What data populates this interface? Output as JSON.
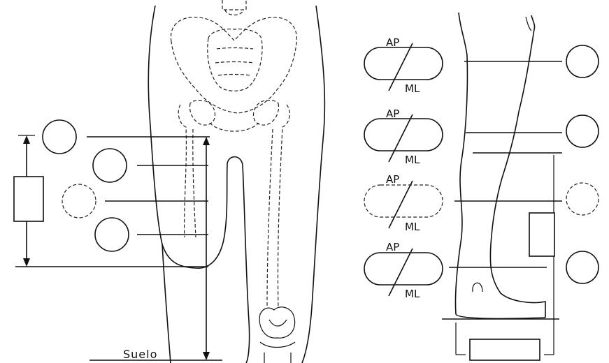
{
  "labels": {
    "floor": "Suelo",
    "ap": "AP",
    "ml": "ML"
  }
}
